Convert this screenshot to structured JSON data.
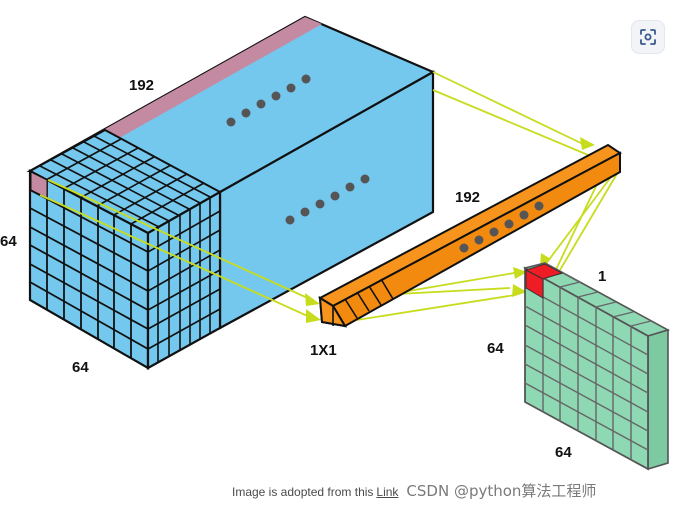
{
  "diagram": {
    "input_volume": {
      "depth_label": "192",
      "height_label": "64",
      "width_label": "64"
    },
    "filter": {
      "depth_label": "192",
      "size_label": "1X1"
    },
    "output_map": {
      "depth_label": "1",
      "height_label": "64",
      "width_label": "64"
    },
    "colors": {
      "input_face": "#74c8ee",
      "input_top_strip": "#c48aa2",
      "filter": "#f7941d",
      "output": "#8fd8b4",
      "output_highlight": "#ee1c24",
      "arrows": "#c8dc1e"
    }
  },
  "caption": {
    "text": "Image is adopted from this",
    "link_text": "Link",
    "watermark": "CSDN @python算法工程师"
  },
  "toolbar": {
    "scan_icon": "scan-icon"
  }
}
